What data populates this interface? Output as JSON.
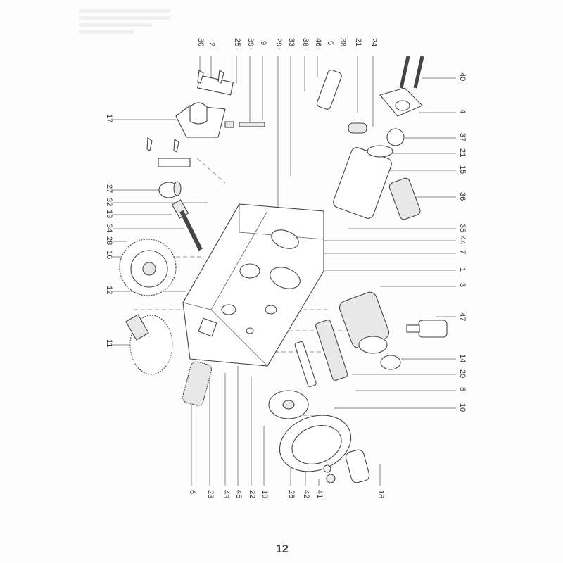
{
  "page": {
    "number": "12",
    "orientation": "rotated 90 degrees clockwise",
    "background": "#fdfdfd",
    "line_color": "#444444"
  },
  "diagram": {
    "type": "exploded parts diagram",
    "labels_top": [
      "30",
      "2",
      "25",
      "39",
      "9",
      "29",
      "33",
      "38",
      "46",
      "5",
      "38",
      "21",
      "24"
    ],
    "labels_left": [
      "17",
      "27",
      "32",
      "13",
      "34",
      "28",
      "16",
      "12",
      "11"
    ],
    "labels_right": [
      "40",
      "4",
      "37",
      "21",
      "15",
      "36",
      "35",
      "44",
      "7",
      "1",
      "3",
      "47",
      "14",
      "20",
      "8",
      "10"
    ],
    "labels_bottom": [
      "6",
      "23",
      "43",
      "45",
      "22",
      "19",
      "26",
      "42",
      "41",
      "18"
    ]
  }
}
